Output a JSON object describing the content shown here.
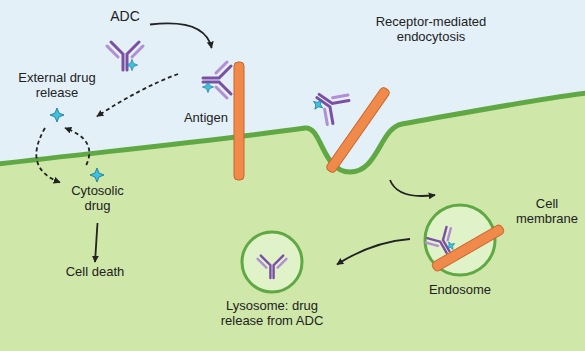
{
  "diagram": {
    "nodes": [
      {
        "text": [
          "ADC"
        ]
      },
      {
        "text": [
          "External drug release"
        ]
      },
      {
        "text": [
          "Antigen"
        ]
      },
      {
        "text": [
          "Receptor-mediated endocytosis"
        ]
      },
      {
        "text": [
          "Endosome"
        ]
      },
      {
        "text": [
          "Lysosome: drug release from ADC"
        ]
      },
      {
        "text": [
          "Cytosolic drug"
        ]
      },
      {
        "text": [
          "Cell death"
        ]
      }
    ],
    "edges": [
      {
        "from": 0,
        "to": 2,
        "arrow": "to"
      },
      {
        "from": 2,
        "to": 1,
        "arrow": "to"
      },
      {
        "from": 1,
        "to": 6,
        "arrow": "to"
      },
      {
        "from": 6,
        "to": 1,
        "arrow": "to"
      },
      {
        "from": 3,
        "to": 4,
        "arrow": "to"
      },
      {
        "from": 4,
        "to": 5,
        "arrow": "to"
      },
      {
        "from": 6,
        "to": 7,
        "arrow": "to"
      }
    ],
    "labels": [
      "Cell membrane"
    ]
  }
}
